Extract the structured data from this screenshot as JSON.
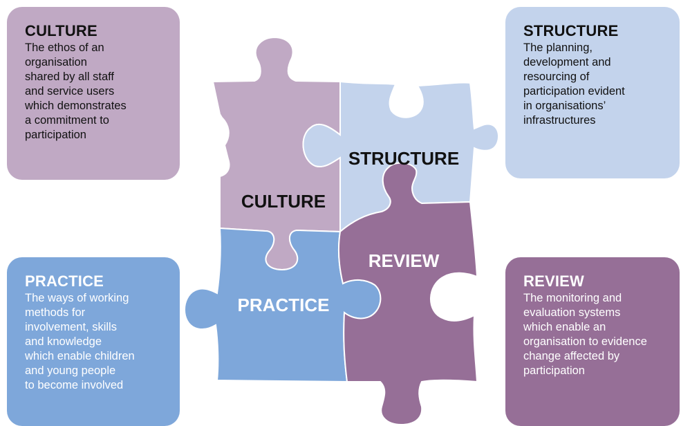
{
  "colors": {
    "culture": "#c0a9c4",
    "structure": "#c3d3ec",
    "practice": "#7ea7da",
    "review": "#966f97"
  },
  "cards": {
    "culture": {
      "title": "CULTURE",
      "description": "The ethos of an\norganisation\nshared by all staff\nand service users\nwhich demonstrates\na commitment to\nparticipation"
    },
    "structure": {
      "title": "STRUCTURE",
      "description": "The planning,\ndevelopment and\nresourcing of\nparticipation evident\nin organisations’\ninfrastructures"
    },
    "practice": {
      "title": "PRACTICE",
      "description": "The ways of working\nmethods for\ninvolvement, skills\nand knowledge\nwhich enable children\nand young people\nto become involved"
    },
    "review": {
      "title": "REVIEW",
      "description": "The monitoring and\nevaluation systems\nwhich enable an\norganisation to evidence\nchange affected by\nparticipation"
    }
  },
  "puzzle": {
    "culture_label": "CULTURE",
    "structure_label": "STRUCTURE",
    "practice_label": "PRACTICE",
    "review_label": "REVIEW"
  }
}
